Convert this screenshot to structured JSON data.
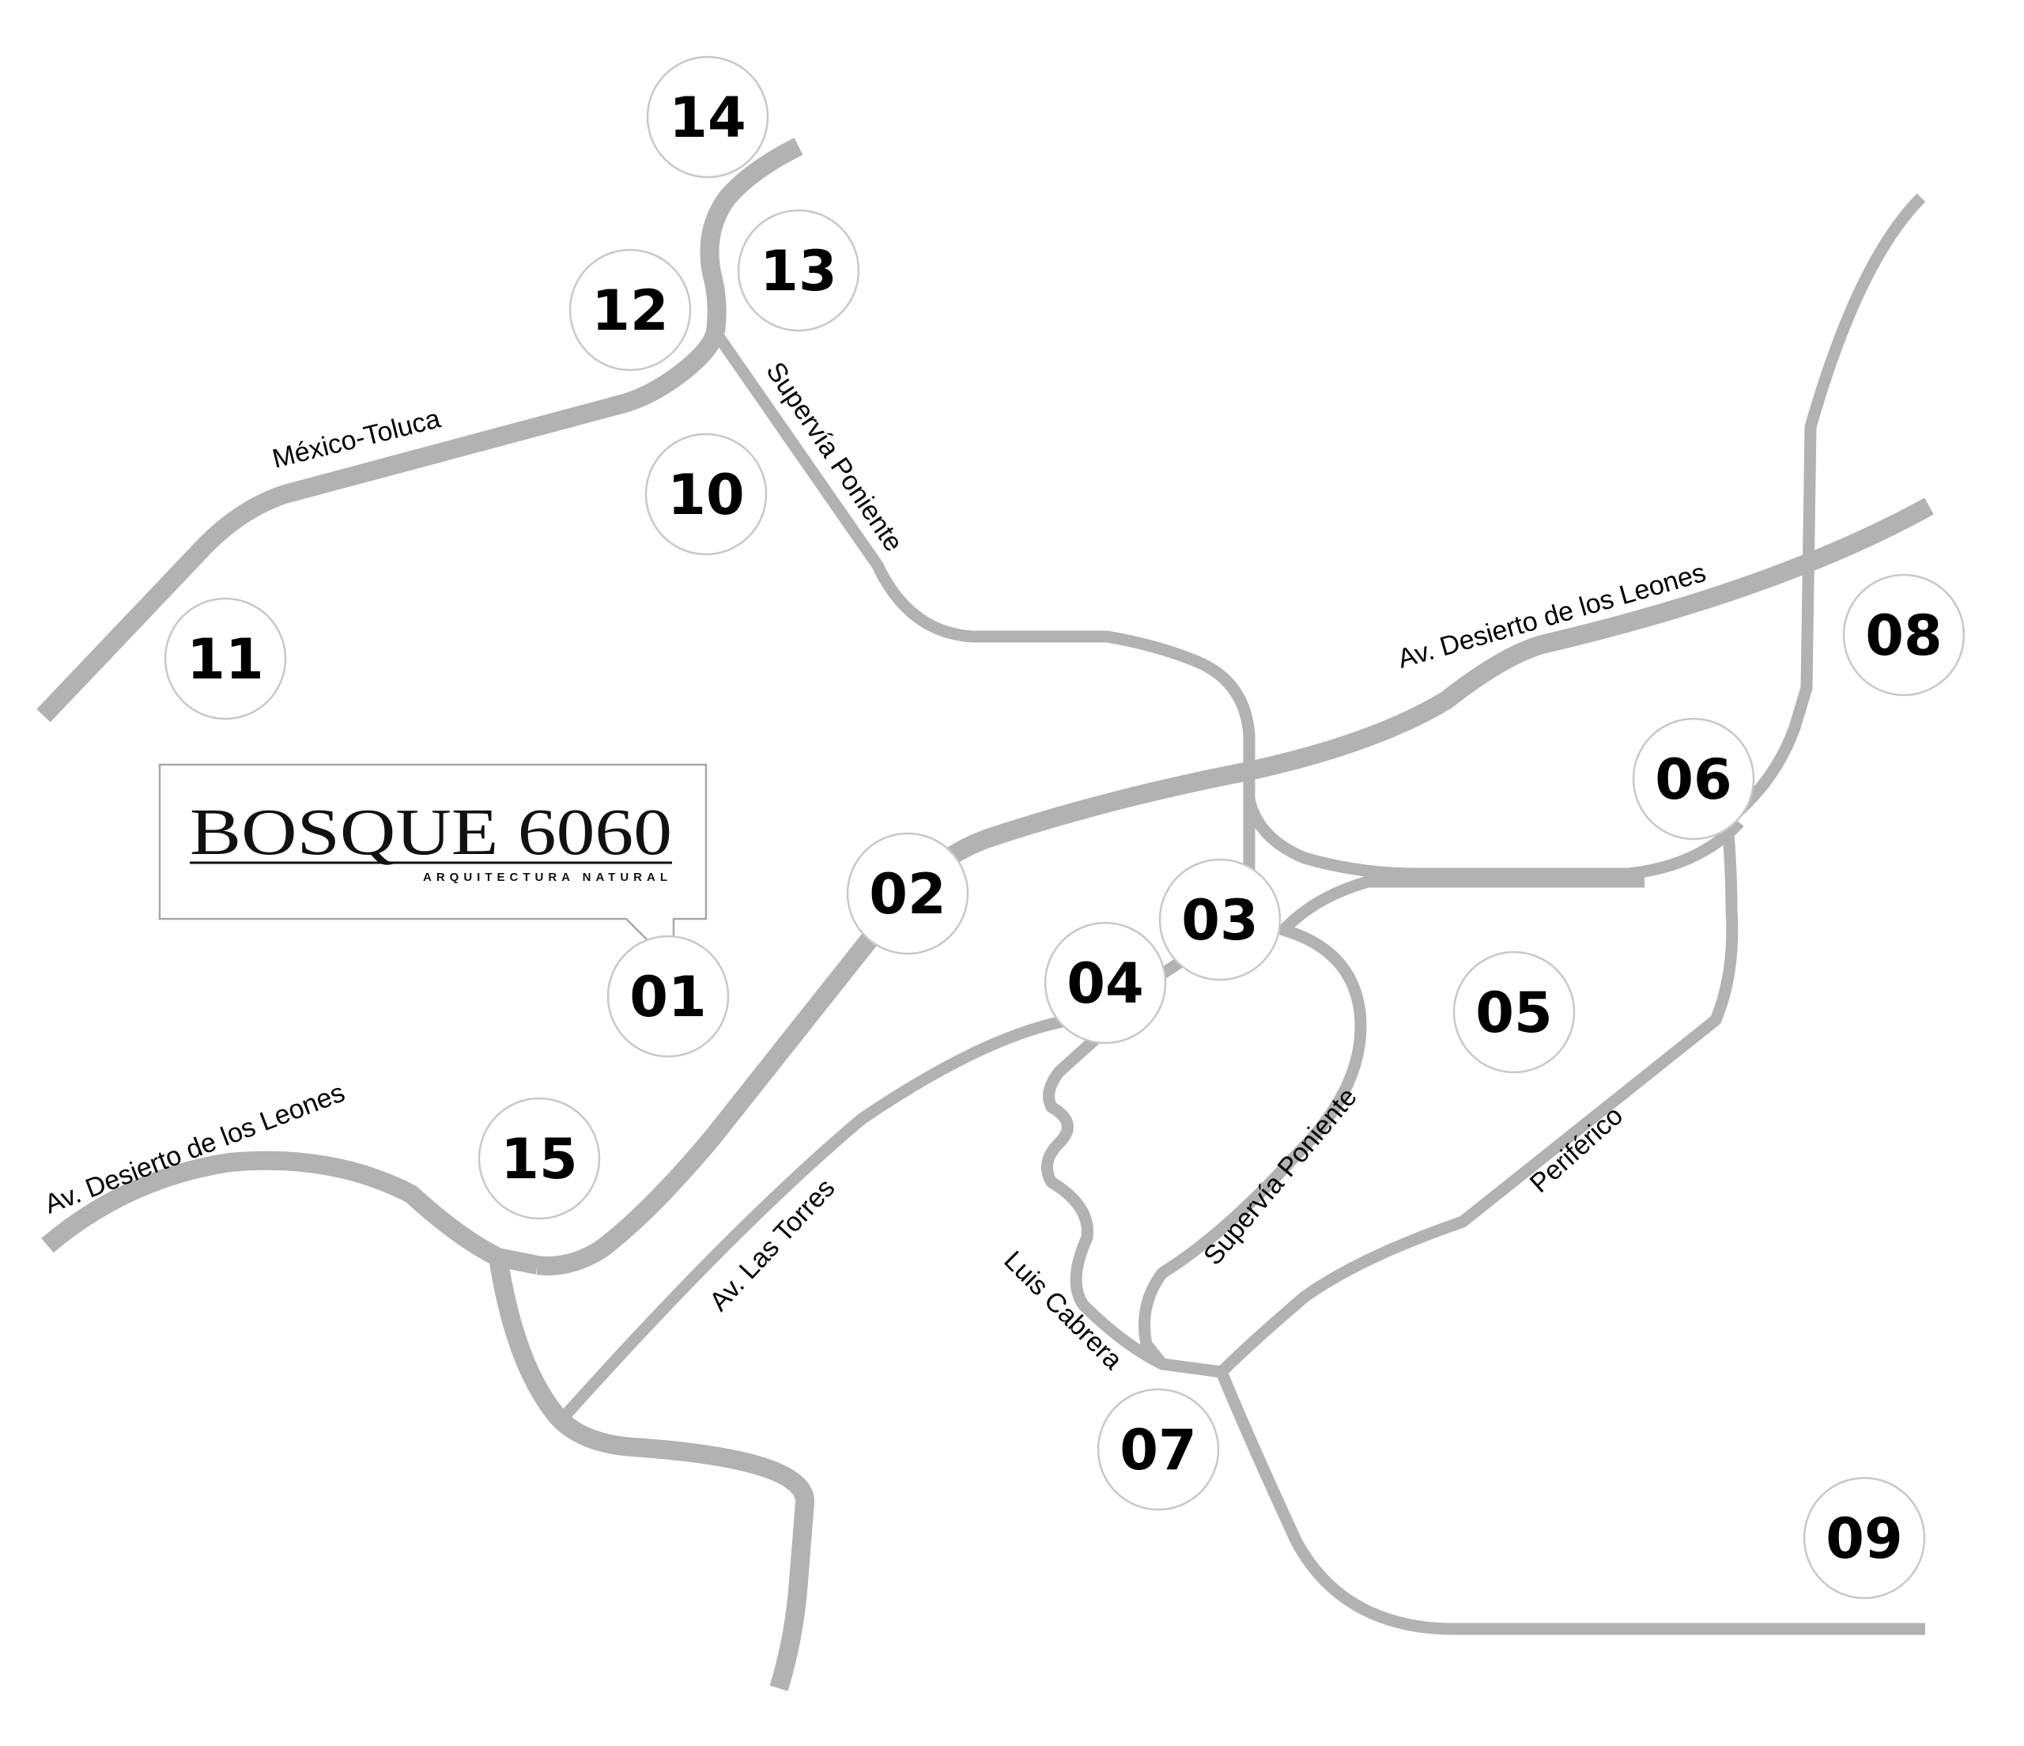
{
  "map": {
    "roads": {
      "mexico_toluca": "México-Toluca",
      "supervia_north": "Supervía Poniente",
      "desierto_east": "Av. Desierto de los Leones",
      "desierto_west": "Av. Desierto de los Leones",
      "las_torres": "Av. Las Torres",
      "luis_cabrera": "Luis Cabrera",
      "supervia_south": "Supervía Poniente",
      "periferico": "Periférico"
    },
    "markers": [
      "01",
      "02",
      "03",
      "04",
      "05",
      "06",
      "07",
      "08",
      "09",
      "10",
      "11",
      "12",
      "13",
      "14",
      "15"
    ],
    "logo": {
      "title": "BOSQUE 6060",
      "subtitle": "ARQUITECTURA NATURAL"
    },
    "colors": {
      "road": "#b2b2b2",
      "marker_border": "#c8c8c8",
      "text": "#000000"
    }
  }
}
